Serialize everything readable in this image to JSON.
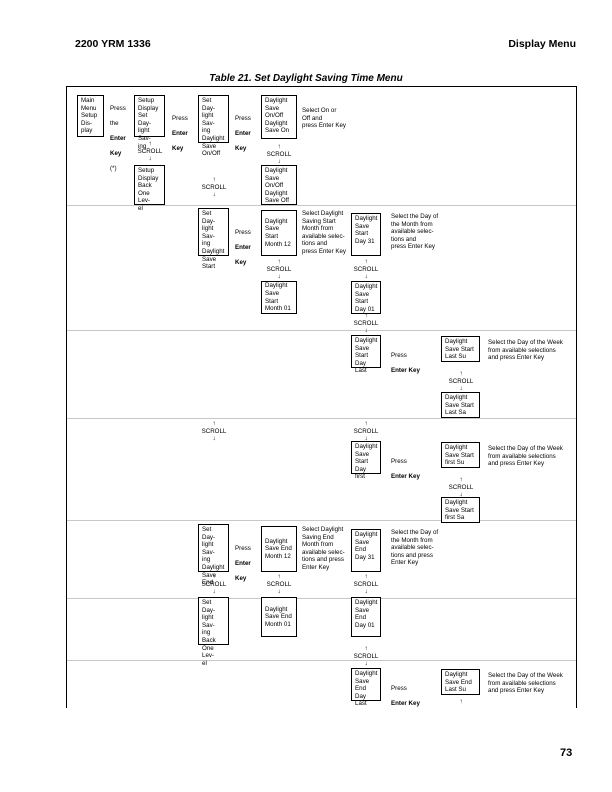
{
  "header": {
    "left": "2200 YRM 1336",
    "right": "Display Menu"
  },
  "title": "Table 21. Set Daylight Saving Time Menu",
  "page_number": "73",
  "scroll_label": "SCROLL",
  "arrow_up": "↑",
  "arrow_down": "↓",
  "boxes": {
    "main_menu": "Main\nMenu\nSetup\nDis-\nplay",
    "setup_display": "Setup\nDisplay\nSet Day-\nlight Sav-\ning",
    "setup_back": "Setup\nDisplay\nBack\nOne Lev-\nel",
    "set_dst_onoff": "Set Day-\nlight Sav-\ning\nDaylight\nSave\nOn/Off",
    "dst_save_on": "Daylight\nSave\nOn/Off\nDaylight\nSave On",
    "dst_save_off": "Daylight\nSave\nOn/Off\nDaylight\nSave Off",
    "set_dst_start": "Set Day-\nlight Sav-\ning\nDaylight\nSave\nStart",
    "start_month12": "Daylight\nSave Start\nMonth 12",
    "start_month01": "Daylight\nSave Start\nMonth 01",
    "start_day31": "Daylight\nSave\nStart\nDay 31",
    "start_day01": "Daylight\nSave\nStart\nDay 01",
    "start_daylast": "Daylight\nSave\nStart\nDay Last",
    "start_last_su": "Daylight\nSave Start\nLast Su",
    "start_last_sa": "Daylight\nSave Start\nLast Sa",
    "start_dayfirst": "Daylight\nSave\nStart\nDay first",
    "start_first_su": "Daylight\nSave Start\nfirst Su",
    "start_first_sa": "Daylight\nSave Start\nfirst Sa",
    "set_dst_end": "Set Day-\nlight Sav-\ning\nDaylight\nSave\nEnd",
    "set_dst_back": "Set Day-\nlight Sav-\ning\nBack\nOne Lev-\nel",
    "end_month12": "Daylight\nSave End\nMonth 12",
    "end_month01": "Daylight\nSave End\nMonth 01",
    "end_day31": "Daylight\nSave\nEnd\nDay 31",
    "end_day01": "Daylight\nSave\nEnd\nDay 01",
    "end_daylast": "Daylight\nSave\nEnd\nDay Last",
    "end_last_su": "Daylight\nSave End\nLast Su"
  },
  "labels": {
    "press": "Press",
    "the": "the",
    "enter": "Enter",
    "key": "Key",
    "asterisk": "(*)",
    "select_on_off": "Select On or\nOff and\npress Enter Key",
    "select_start_month": "Select Daylight\nSaving Start\nMonth from\navailable selec-\ntions and\npress Enter Key",
    "select_day_start": "Select the Day of\nthe Month from\navailable selec-\ntions and\npress Enter Key",
    "select_week_start_last": "Select the Day of the Week\nfrom available selections\nand press Enter Key",
    "select_week_start_first": "Select the Day of the Week\nfrom available selections\nand press Enter Key",
    "select_end_month": "Select Daylight\nSaving End\nMonth from\navailable selec-\ntions and press\nEnter Key",
    "select_day_end": "Select the Day of\nthe Month from\navailable selec-\ntions and press\nEnter Key",
    "select_week_end_last": "Select the Day of the Week\nfrom available selections\nand press Enter Key",
    "press_enter_key": "Enter Key"
  }
}
